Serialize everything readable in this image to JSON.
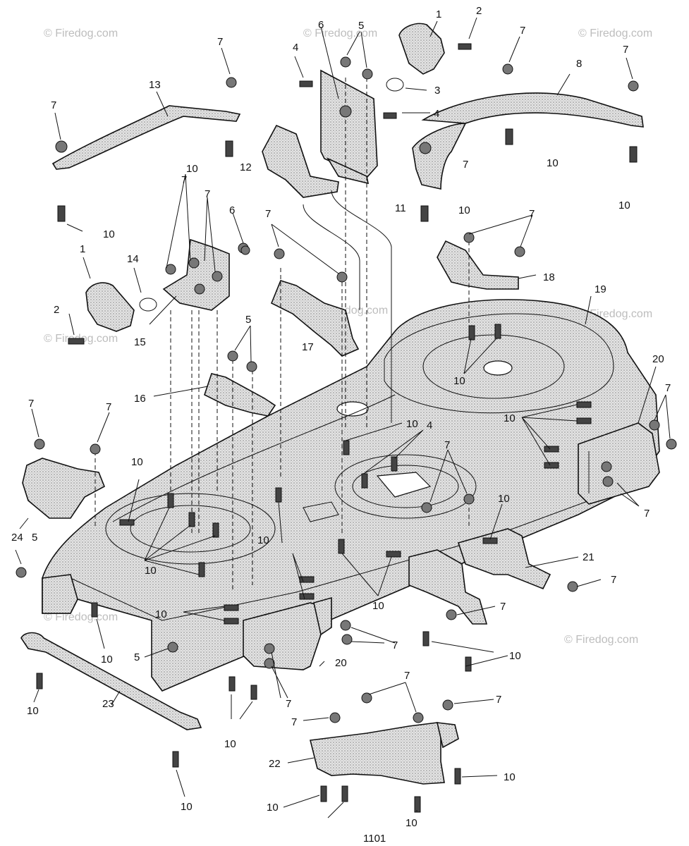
{
  "diagram": {
    "page_label": "1101",
    "watermark": "© Firedog.com",
    "callouts": [
      "1",
      "2",
      "3",
      "4",
      "5",
      "6",
      "7",
      "8",
      "10",
      "11",
      "12",
      "13",
      "14",
      "15",
      "16",
      "17",
      "18",
      "19",
      "20",
      "21",
      "22",
      "23",
      "24"
    ]
  }
}
